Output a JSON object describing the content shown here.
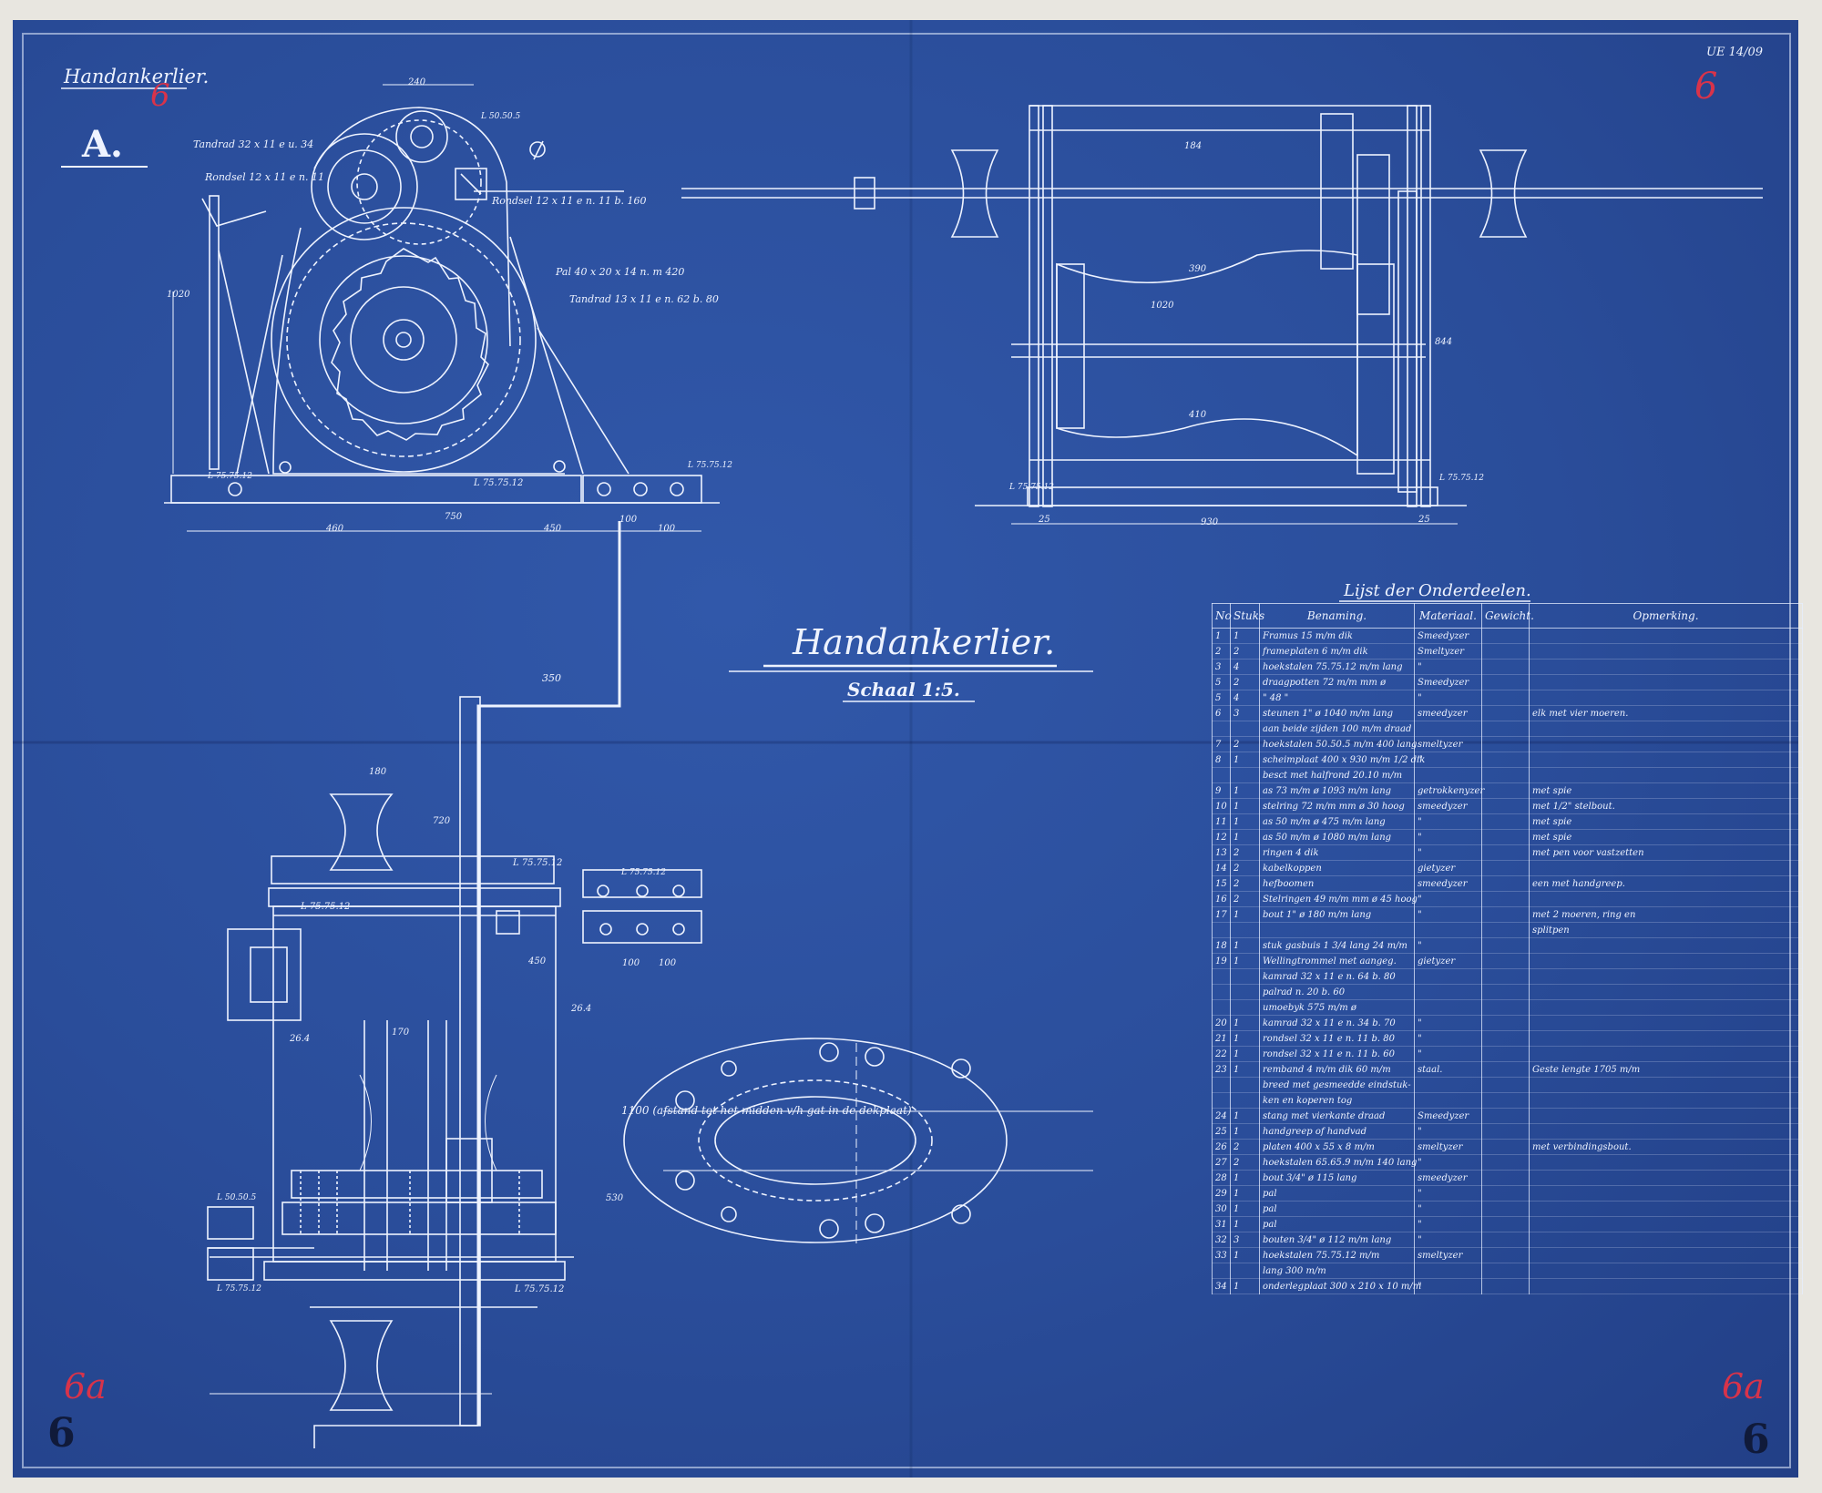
{
  "header": {
    "corner_title": "Handankerlier.",
    "sheet_letter": "A.",
    "corner_red_mark": "6",
    "top_right_initials": "UE 14/09",
    "top_right_red_number": "6"
  },
  "title_block": {
    "title": "Handankerlier.",
    "scale": "Schaal 1:5."
  },
  "view_labels": {
    "front": [
      "Tandrad 32 x 11 e   u. 34",
      "Rondsel 12 x 11 e   n. 11",
      "Rondsel 12 x 11 e   n. 11   b. 160",
      "Pal 40 x 20 x 14 n. m 420",
      "Tandrad 13 x 11 e   n. 62   b. 80",
      "L 75.75.12",
      "L 50.50.5",
      "L 75.75.12",
      "L 75.75.12"
    ],
    "front_dims": [
      "240",
      "1020",
      "460",
      "750",
      "450",
      "100",
      "100"
    ],
    "side_dims": [
      "184",
      "390",
      "1020",
      "410",
      "844",
      "930",
      "25",
      "25"
    ],
    "side_labels": [
      "L 75.75.12",
      "L 75.75.12"
    ],
    "plan_labels": [
      "L 75.75.12",
      "L 75.75.12",
      "L 75.75.12",
      "L 75.75.12",
      "L 50.50.5",
      "L 75.75.12"
    ],
    "plan_dims": [
      "350",
      "180",
      "720",
      "450",
      "26.4",
      "26.4",
      "170",
      "100",
      "100",
      "530"
    ],
    "base_plate_note": "1100 (afstand tot het midden v/h gat in de dekplaat)"
  },
  "parts_list": {
    "heading": "Lijst der Onderdeelen.",
    "columns": [
      "No",
      "Stuks",
      "Benaming.",
      "Materiaal.",
      "Gewicht.",
      "Opmerking."
    ],
    "rows": [
      [
        "1",
        "1",
        "Framus 15 m/m dik",
        "Smeedyzer",
        "",
        ""
      ],
      [
        "2",
        "2",
        "frameplaten 6 m/m dik",
        "Smeltyzer",
        "",
        ""
      ],
      [
        "3",
        "4",
        "hoekstalen 75.75.12 m/m lang",
        "\"",
        "",
        ""
      ],
      [
        "5",
        "2",
        "draagpotten 72 m/m mm ø",
        "Smeedyzer",
        "",
        ""
      ],
      [
        "5",
        "4",
        "\"       48 \"",
        "\"",
        "",
        ""
      ],
      [
        "6",
        "3",
        "steunen 1\" ø 1040 m/m lang",
        "smeedyzer",
        "",
        "elk met vier moeren."
      ],
      [
        "",
        "",
        "aan beide zijden 100 m/m draad",
        "",
        "",
        ""
      ],
      [
        "7",
        "2",
        "hoekstalen 50.50.5 m/m 400 lang",
        "smeltyzer",
        "",
        ""
      ],
      [
        "8",
        "1",
        "scheimplaat 400 x 930 m/m 1/2 dik",
        "\"",
        "",
        ""
      ],
      [
        "",
        "",
        "besct met halfrond 20.10 m/m",
        "",
        "",
        ""
      ],
      [
        "9",
        "1",
        "as 73 m/m ø 1093 m/m lang",
        "getrokkenyzer",
        "",
        "met spie"
      ],
      [
        "10",
        "1",
        "stelring 72 m/m mm ø 30 hoog",
        "smeedyzer",
        "",
        "met 1/2\" stelbout."
      ],
      [
        "11",
        "1",
        "as 50 m/m ø 475 m/m lang",
        "\"",
        "",
        "met spie"
      ],
      [
        "12",
        "1",
        "as 50 m/m ø 1080 m/m lang",
        "\"",
        "",
        "met spie"
      ],
      [
        "13",
        "2",
        "ringen 4 dik",
        "\"",
        "",
        "met pen voor vastzetten"
      ],
      [
        "14",
        "2",
        "kabelkoppen",
        "gietyzer",
        "",
        ""
      ],
      [
        "15",
        "2",
        "hefboomen",
        "smeedyzer",
        "",
        "een met handgreep."
      ],
      [
        "16",
        "2",
        "Stelringen 49 m/m mm ø 45 hoog",
        "\"",
        "",
        ""
      ],
      [
        "17",
        "1",
        "bout 1\" ø 180 m/m lang",
        "\"",
        "",
        "met 2 moeren, ring en"
      ],
      [
        "",
        "",
        "",
        "",
        "",
        "splitpen"
      ],
      [
        "18",
        "1",
        "stuk gasbuis 1 3/4 lang 24 m/m",
        "\"",
        "",
        ""
      ],
      [
        "19",
        "1",
        "Wellingtrommel met aangeg.",
        "gietyzer",
        "",
        ""
      ],
      [
        "",
        "",
        "kamrad 32 x 11 e n. 64 b. 80",
        "",
        "",
        ""
      ],
      [
        "",
        "",
        "palrad n. 20 b. 60",
        "",
        "",
        ""
      ],
      [
        "",
        "",
        "umoebyk 575 m/m ø",
        "",
        "",
        ""
      ],
      [
        "20",
        "1",
        "kamrad 32 x 11 e n. 34 b. 70",
        "\"",
        "",
        ""
      ],
      [
        "21",
        "1",
        "rondsel 32 x 11 e n. 11 b. 80",
        "\"",
        "",
        ""
      ],
      [
        "22",
        "1",
        "rondsel 32 x 11 e n. 11 b. 60",
        "\"",
        "",
        ""
      ],
      [
        "23",
        "1",
        "remband 4 m/m dik 60 m/m",
        "staal.",
        "",
        "Geste lengte 1705 m/m"
      ],
      [
        "",
        "",
        "breed met gesmeedde eindstuk-",
        "",
        "",
        ""
      ],
      [
        "",
        "",
        "ken en koperen tog",
        "",
        "",
        ""
      ],
      [
        "24",
        "1",
        "stang met vierkante draad",
        "Smeedyzer",
        "",
        ""
      ],
      [
        "25",
        "1",
        "handgreep of handvad",
        "\"",
        "",
        ""
      ],
      [
        "26",
        "2",
        "platen 400 x 55 x 8 m/m",
        "smeltyzer",
        "",
        "met verbindingsbout."
      ],
      [
        "27",
        "2",
        "hoekstalen 65.65.9 m/m 140 lang",
        "\"",
        "",
        ""
      ],
      [
        "28",
        "1",
        "bout 3/4\" ø 115 lang",
        "smeedyzer",
        "",
        ""
      ],
      [
        "29",
        "1",
        "pal",
        "\"",
        "",
        ""
      ],
      [
        "30",
        "1",
        "pal",
        "\"",
        "",
        ""
      ],
      [
        "31",
        "1",
        "pal",
        "\"",
        "",
        ""
      ],
      [
        "32",
        "3",
        "bouten 3/4\" ø 112 m/m lang",
        "\"",
        "",
        ""
      ],
      [
        "33",
        "1",
        "hoekstalen 75.75.12 m/m",
        "smeltyzer",
        "",
        ""
      ],
      [
        "",
        "",
        "lang 300 m/m",
        "",
        "",
        ""
      ],
      [
        "34",
        "1",
        "onderlegplaat 300 x 210 x 10 m/m",
        "\"",
        "",
        ""
      ]
    ]
  },
  "corner_marks": {
    "bottom_left_number": "6",
    "bottom_left_red": "6a",
    "bottom_right_number": "6",
    "bottom_right_red": "6a"
  },
  "colors": {
    "paper": "#2a4f9e",
    "line": "#eef3ff",
    "red_ink": "#d8334a"
  }
}
